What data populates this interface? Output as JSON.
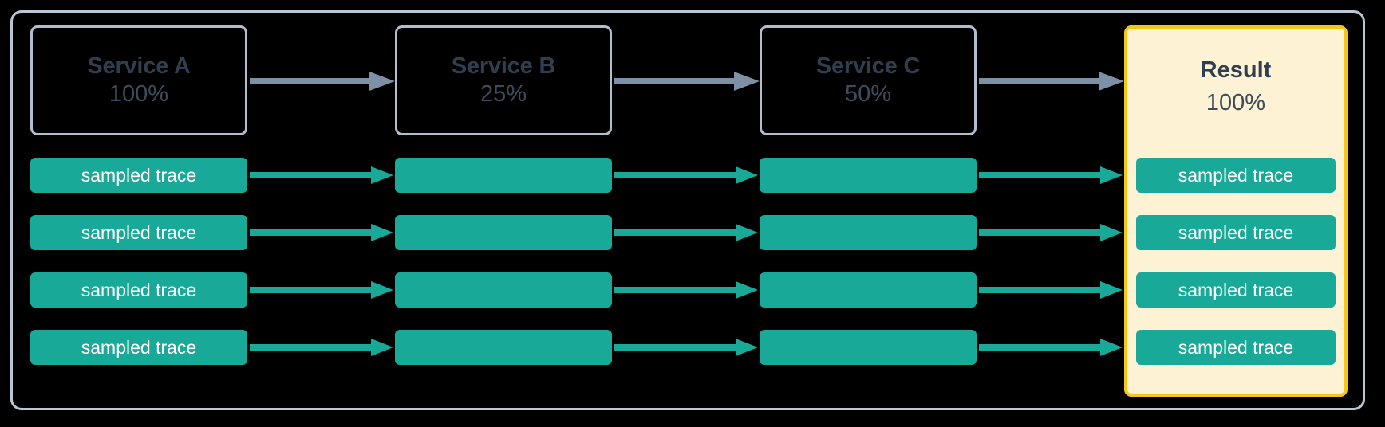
{
  "diagram": {
    "title": "sampling pipeline",
    "background": "#000000",
    "frame_color": "#b9c6d4",
    "accent_teal": "#18a999",
    "accent_gray": "#7e90a6",
    "highlight_border": "#f5c518",
    "highlight_fill": "#fdf3d4",
    "text_dark": "#2f3f4f"
  },
  "stages": [
    {
      "name": "Service A",
      "percent": "100%",
      "highlighted": false
    },
    {
      "name": "Service B",
      "percent": "25%",
      "highlighted": false
    },
    {
      "name": "Service C",
      "percent": "50%",
      "highlighted": false
    },
    {
      "name": "Result",
      "percent": "100%",
      "highlighted": true
    }
  ],
  "trace_rows": [
    {
      "cells": [
        {
          "label": "sampled trace"
        },
        {
          "label": ""
        },
        {
          "label": ""
        },
        {
          "label": "sampled trace"
        }
      ]
    },
    {
      "cells": [
        {
          "label": "sampled trace"
        },
        {
          "label": ""
        },
        {
          "label": ""
        },
        {
          "label": "sampled trace"
        }
      ]
    },
    {
      "cells": [
        {
          "label": "sampled trace"
        },
        {
          "label": ""
        },
        {
          "label": ""
        },
        {
          "label": "sampled trace"
        }
      ]
    },
    {
      "cells": [
        {
          "label": "sampled trace"
        },
        {
          "label": ""
        },
        {
          "label": ""
        },
        {
          "label": "sampled trace"
        }
      ]
    }
  ],
  "arrows": {
    "stage_arrow_icon": "arrow-right-icon",
    "trace_arrow_icon": "arrow-right-icon",
    "count_stage": 3,
    "count_trace_per_row": 3
  }
}
